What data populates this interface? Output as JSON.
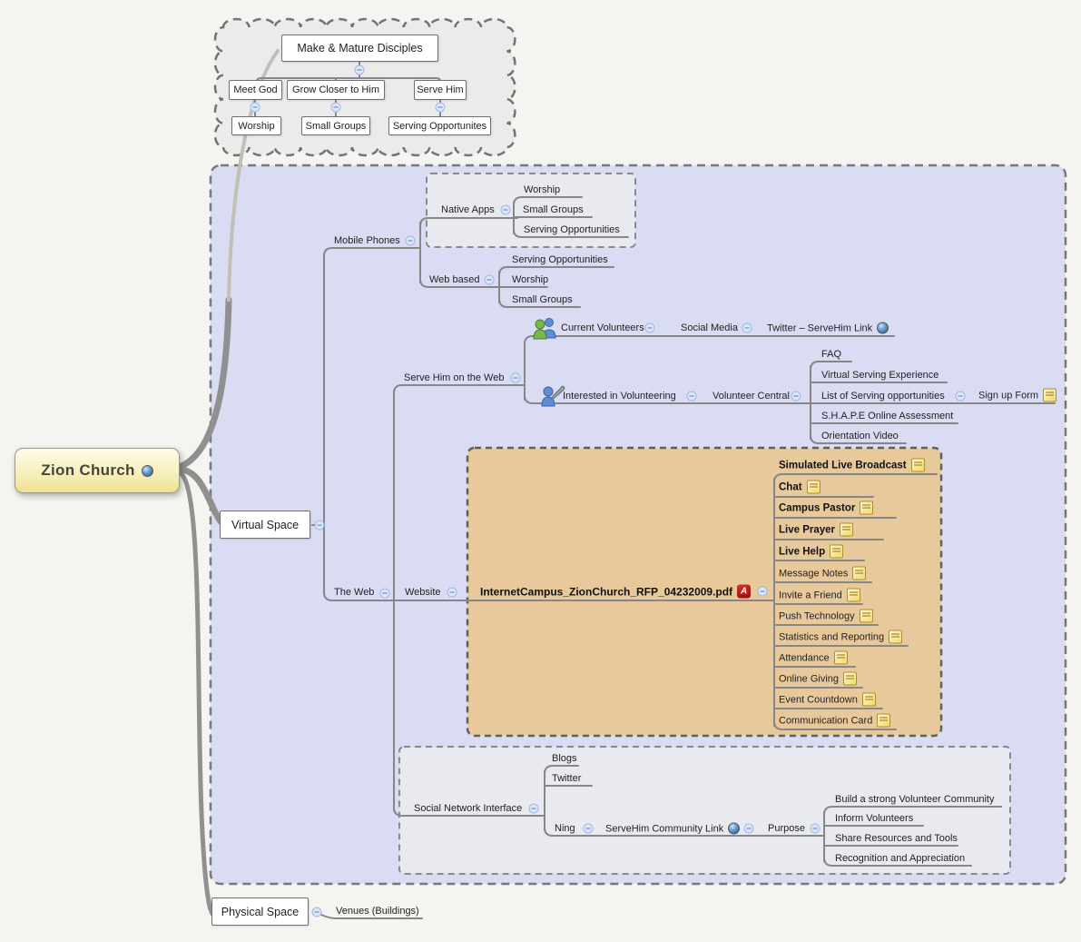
{
  "colors": {
    "background": "#f4f4f1",
    "virtual_region_fill": "#d9dcf3",
    "cloud_fill": "#ebebeb",
    "orange_region_fill": "#e8c99c",
    "gray_region_fill": "#e9e9f0",
    "root_fill": "#f7f0bc",
    "connector": "#878787",
    "collapse_icon_fill": "#dbe7f8"
  },
  "icons": [
    "globe-icon",
    "note-icon",
    "pdf-icon",
    "people-icon",
    "person-pencil-icon",
    "collapse-minus-icon"
  ],
  "root": {
    "label": "Zion Church",
    "icon": "globe-icon"
  },
  "cloud": {
    "title": "Make & Mature Disciples",
    "children": [
      {
        "label": "Meet God"
      },
      {
        "label": "Grow Closer to Him"
      },
      {
        "label": "Serve Him"
      }
    ],
    "grandchildren": [
      {
        "label": "Worship"
      },
      {
        "label": "Small Groups"
      },
      {
        "label": "Serving Opportunites"
      }
    ]
  },
  "virtual": {
    "label": "Virtual Space",
    "mobile_phones": {
      "label": "Mobile Phones",
      "native_apps": {
        "label": "Native Apps",
        "items": [
          "Worship",
          "Small Groups",
          "Serving Opportunities"
        ]
      },
      "web_based": {
        "label": "Web based",
        "items": [
          "Serving Opportunities",
          "Worship",
          "Small Groups"
        ]
      }
    },
    "the_web": {
      "label": "The Web",
      "serve_him_web": {
        "label": "Serve Him on the Web",
        "current_volunteers": {
          "label": "Current Volunteers",
          "icon": "people-icon"
        },
        "social_media": {
          "label": "Social Media"
        },
        "twitter_link": {
          "label": "Twitter – ServeHim Link",
          "icon": "globe-icon"
        },
        "interested": {
          "label": "Interested in Volunteering",
          "icon": "person-pencil-icon"
        },
        "volunteer_central": {
          "label": "Volunteer Central",
          "items": [
            "FAQ",
            "Virtual Serving Experience",
            "List of Serving opportunities",
            "S.H.A.P.E Online Assessment",
            "Orientation Video"
          ],
          "sign_up_form": {
            "label": "Sign up Form",
            "icon": "note-icon"
          }
        }
      },
      "website": {
        "label": "Website",
        "pdf": {
          "label": "InternetCampus_ZionChurch_RFP_04232009.pdf",
          "icon": "pdf-icon"
        },
        "features": [
          {
            "label": "Simulated Live Broadcast",
            "bold": true
          },
          {
            "label": "Chat",
            "bold": true
          },
          {
            "label": "Campus Pastor",
            "bold": true
          },
          {
            "label": "Live Prayer",
            "bold": true
          },
          {
            "label": "Live Help",
            "bold": true
          },
          {
            "label": "Message Notes",
            "bold": false
          },
          {
            "label": "Invite a Friend",
            "bold": false
          },
          {
            "label": "Push Technology",
            "bold": false
          },
          {
            "label": "Statistics and Reporting",
            "bold": false
          },
          {
            "label": "Attendance",
            "bold": false
          },
          {
            "label": "Online Giving",
            "bold": false
          },
          {
            "label": "Event Countdown",
            "bold": false
          },
          {
            "label": "Communication Card",
            "bold": false
          }
        ]
      },
      "social_network": {
        "label": "Social Network Interface",
        "blogs": {
          "label": "Blogs"
        },
        "twitter": {
          "label": "Twitter"
        },
        "ning": {
          "label": "Ning"
        },
        "community_link": {
          "label": "ServeHim Community Link",
          "icon": "globe-icon"
        },
        "purpose": {
          "label": "Purpose",
          "items": [
            "Build a strong Volunteer Community",
            "Inform Volunteers",
            "Share Resources and Tools",
            "Recognition and Appreciation"
          ]
        }
      }
    }
  },
  "physical": {
    "label": "Physical Space",
    "venues": {
      "label": "Venues (Buildings)"
    }
  }
}
